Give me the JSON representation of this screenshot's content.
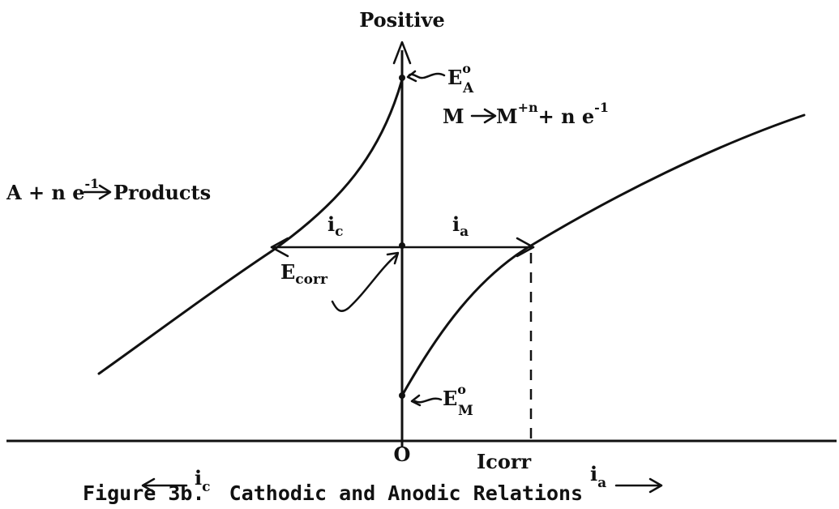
{
  "axis": {
    "top_label": "Positive",
    "origin_label": "O",
    "icorr_label": "Icorr"
  },
  "left_reaction": {
    "prefix": "A + n e",
    "superscript": "-1",
    "suffix": "Products"
  },
  "right_reaction": {
    "lhs": "M",
    "product": "M",
    "product_sup": "+n",
    "tail": "+ n e",
    "tail_sup": "-1"
  },
  "labels": {
    "ea_letter": "E",
    "ea_sup": "o",
    "ea_sub": "A",
    "em_letter": "E",
    "em_sup": "o",
    "em_sub": "M",
    "ecorr_letter": "E",
    "ecorr_sub": "corr",
    "ic_letter": "i",
    "ic_sub": "c",
    "ia_letter": "i",
    "ia_sub": "a"
  },
  "bottom_axis": {
    "left_letter": "i",
    "left_sub": "c",
    "right_letter": "i",
    "right_sub": "a"
  },
  "caption": "Figure 3b.  Cathodic and Anodic Relations"
}
